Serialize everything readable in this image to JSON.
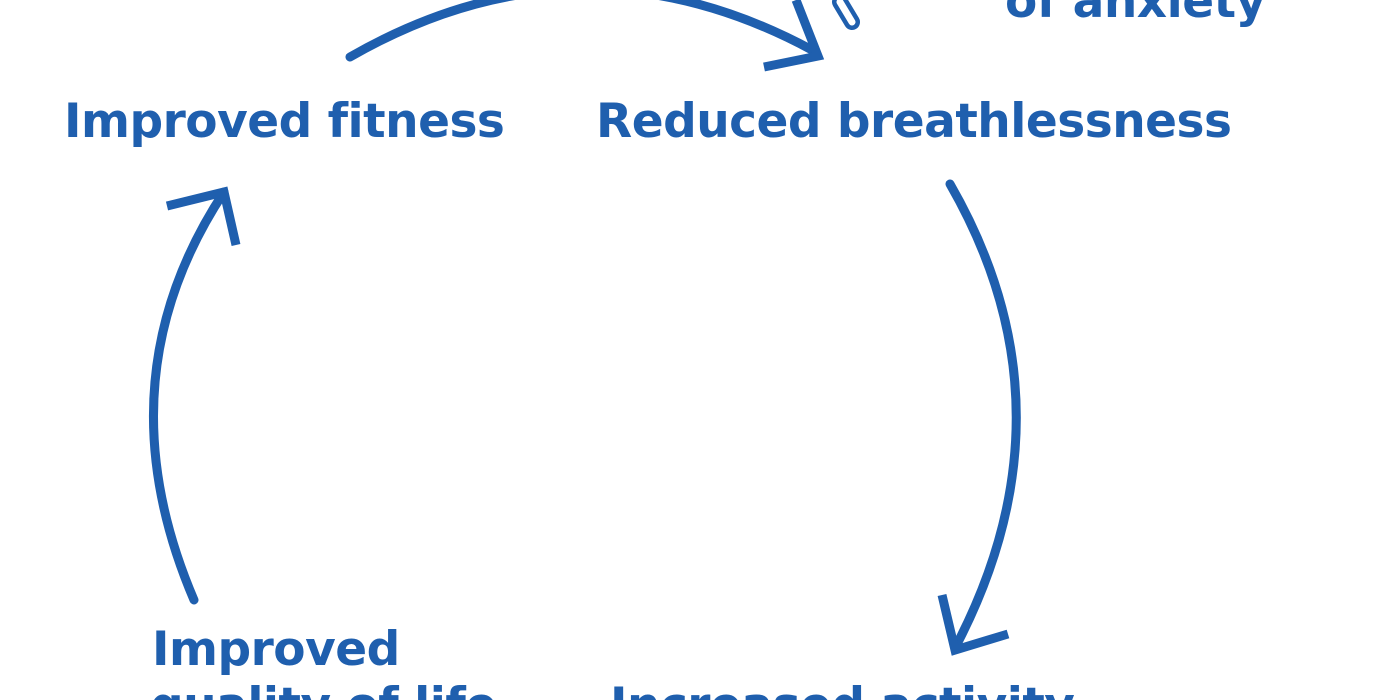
{
  "diagram": {
    "nodes": {
      "fitness": "Improved fitness",
      "breathlessness": "Reduced breathlessness",
      "anxiety": "of anxiety",
      "improved": "Improved",
      "quality": "quality of life",
      "increased": "Increased activity"
    },
    "colors": {
      "accent": "#1f5fae"
    }
  }
}
